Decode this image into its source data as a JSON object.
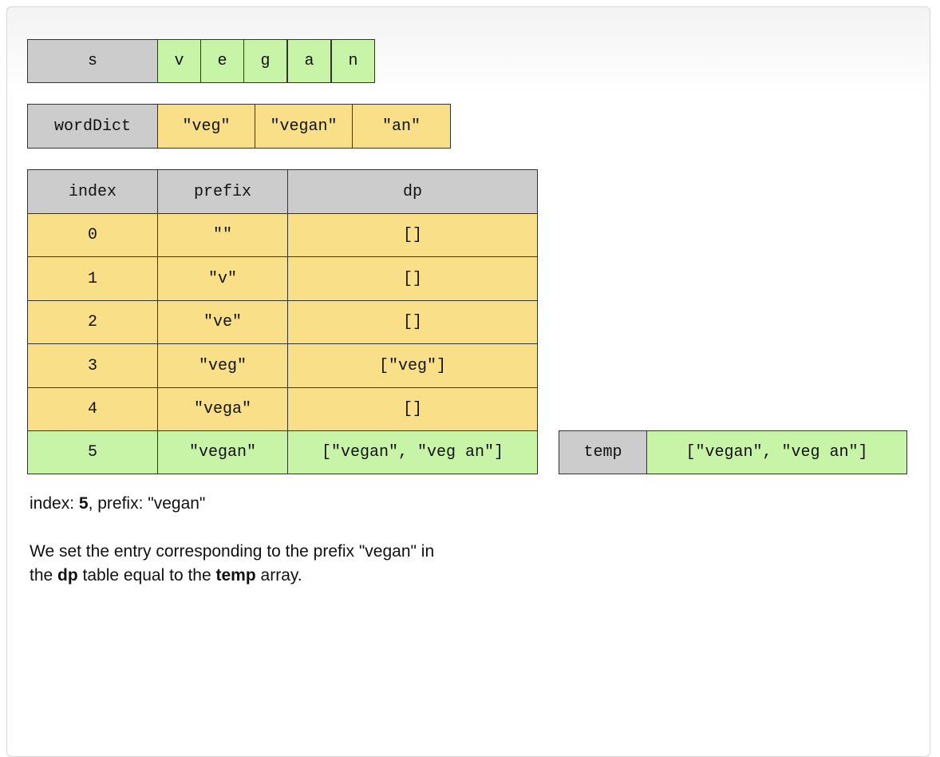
{
  "s": {
    "label": "s",
    "chars": [
      "v",
      "e",
      "g",
      "a",
      "n"
    ]
  },
  "wordDict": {
    "label": "wordDict",
    "words": [
      "\"veg\"",
      "\"vegan\"",
      "\"an\""
    ]
  },
  "table": {
    "headers": {
      "index": "index",
      "prefix": "prefix",
      "dp": "dp"
    },
    "rows": [
      {
        "index": "0",
        "prefix": "\"\"",
        "dp": "[]",
        "state": "yellow"
      },
      {
        "index": "1",
        "prefix": "\"v\"",
        "dp": "[]",
        "state": "yellow"
      },
      {
        "index": "2",
        "prefix": "\"ve\"",
        "dp": "[]",
        "state": "yellow"
      },
      {
        "index": "3",
        "prefix": "\"veg\"",
        "dp": "[\"veg\"]",
        "state": "yellow"
      },
      {
        "index": "4",
        "prefix": "\"vega\"",
        "dp": "[]",
        "state": "yellow"
      },
      {
        "index": "5",
        "prefix": "\"vegan\"",
        "dp": "[\"vegan\", \"veg an\"]",
        "state": "green"
      }
    ]
  },
  "temp": {
    "label": "temp",
    "value": "[\"vegan\", \"veg an\"]"
  },
  "caption": {
    "index_label": "index: ",
    "index_value": "5",
    "prefix_part": ", prefix: \"vegan\"",
    "desc_1": "We set the entry corresponding to the prefix \"vegan\" in",
    "desc_2_a": "the ",
    "desc_2_b": "dp",
    "desc_2_c": " table equal to the ",
    "desc_2_d": "temp",
    "desc_2_e": " array."
  },
  "colors": {
    "gray": "#cccccc",
    "green": "#c8f4a8",
    "yellow": "#f8df88"
  }
}
